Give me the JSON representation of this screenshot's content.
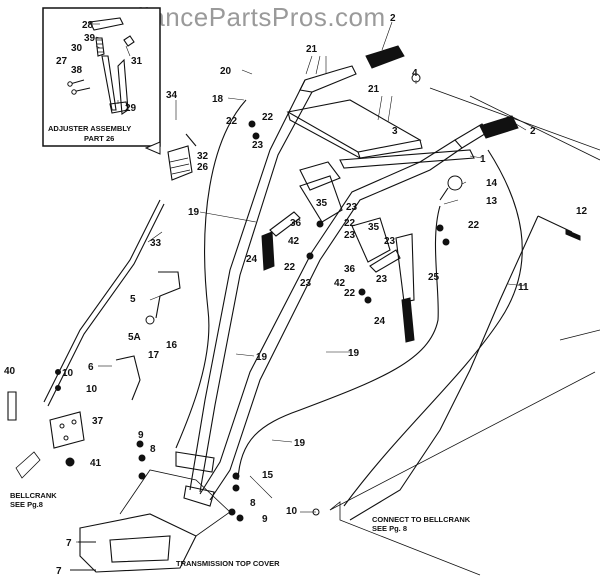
{
  "watermark": "AppliancePartsPros.com",
  "inset_caption": [
    "ADJUSTER ASSEMBLY",
    "PART 26"
  ],
  "notes": {
    "bellcrank_left": [
      "BELLCRANK",
      "SEE Pg.8"
    ],
    "bellcrank_right": [
      "CONNECT TO BELLCRANK",
      "SEE Pg. 8"
    ],
    "transmission": "TRANSMISSION TOP COVER"
  },
  "callouts": [
    {
      "id": "28",
      "label": "28"
    },
    {
      "id": "39",
      "label": "39"
    },
    {
      "id": "30",
      "label": "30"
    },
    {
      "id": "31",
      "label": "31"
    },
    {
      "id": "27",
      "label": "27"
    },
    {
      "id": "38",
      "label": "38"
    },
    {
      "id": "29",
      "label": "29"
    },
    {
      "id": "2a",
      "label": "2"
    },
    {
      "id": "2b",
      "label": "2"
    },
    {
      "id": "21a",
      "label": "21"
    },
    {
      "id": "21b",
      "label": "21"
    },
    {
      "id": "4",
      "label": "4"
    },
    {
      "id": "20",
      "label": "20"
    },
    {
      "id": "18",
      "label": "18"
    },
    {
      "id": "34",
      "label": "34"
    },
    {
      "id": "22a",
      "label": "22"
    },
    {
      "id": "22b",
      "label": "22"
    },
    {
      "id": "23a",
      "label": "23"
    },
    {
      "id": "3",
      "label": "3"
    },
    {
      "id": "1",
      "label": "1"
    },
    {
      "id": "32",
      "label": "32"
    },
    {
      "id": "26",
      "label": "26"
    },
    {
      "id": "14",
      "label": "14"
    },
    {
      "id": "13",
      "label": "13"
    },
    {
      "id": "19a",
      "label": "19"
    },
    {
      "id": "35a",
      "label": "35"
    },
    {
      "id": "23b",
      "label": "23"
    },
    {
      "id": "22c",
      "label": "22"
    },
    {
      "id": "12",
      "label": "12"
    },
    {
      "id": "36a",
      "label": "36"
    },
    {
      "id": "42a",
      "label": "42"
    },
    {
      "id": "22d",
      "label": "22"
    },
    {
      "id": "23c",
      "label": "23"
    },
    {
      "id": "35b",
      "label": "35"
    },
    {
      "id": "23d",
      "label": "23"
    },
    {
      "id": "22e",
      "label": "22"
    },
    {
      "id": "24a",
      "label": "24"
    },
    {
      "id": "33",
      "label": "33"
    },
    {
      "id": "23e",
      "label": "23"
    },
    {
      "id": "25",
      "label": "25"
    },
    {
      "id": "36b",
      "label": "36"
    },
    {
      "id": "42b",
      "label": "42"
    },
    {
      "id": "23f",
      "label": "23"
    },
    {
      "id": "11",
      "label": "11"
    },
    {
      "id": "22f",
      "label": "22"
    },
    {
      "id": "5",
      "label": "5"
    },
    {
      "id": "24b",
      "label": "24"
    },
    {
      "id": "5A",
      "label": "5A"
    },
    {
      "id": "17",
      "label": "17"
    },
    {
      "id": "16",
      "label": "16"
    },
    {
      "id": "6",
      "label": "6"
    },
    {
      "id": "19b",
      "label": "19"
    },
    {
      "id": "19c",
      "label": "19"
    },
    {
      "id": "40",
      "label": "40"
    },
    {
      "id": "10a",
      "label": "10"
    },
    {
      "id": "10b",
      "label": "10"
    },
    {
      "id": "37",
      "label": "37"
    },
    {
      "id": "9a",
      "label": "9"
    },
    {
      "id": "8a",
      "label": "8"
    },
    {
      "id": "19d",
      "label": "19"
    },
    {
      "id": "41",
      "label": "41"
    },
    {
      "id": "15",
      "label": "15"
    },
    {
      "id": "8b",
      "label": "8"
    },
    {
      "id": "10c",
      "label": "10"
    },
    {
      "id": "9b",
      "label": "9"
    },
    {
      "id": "7a",
      "label": "7"
    },
    {
      "id": "7b",
      "label": "7"
    }
  ]
}
